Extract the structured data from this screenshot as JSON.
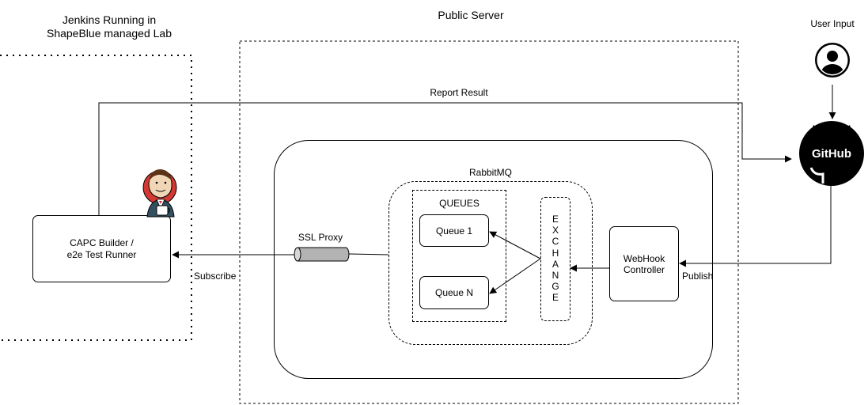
{
  "labels": {
    "jenkins_zone_line1": "Jenkins Running in",
    "jenkins_zone_line2": "ShapeBlue managed Lab",
    "public_server": "Public Server",
    "user_input": "User Input",
    "report_result": "Report Result",
    "rabbitmq": "RabbitMQ",
    "queues": "QUEUES",
    "queue_1": "Queue 1",
    "queue_n": "Queue N",
    "exchange": "EXCHANGE",
    "ssl_proxy": "SSL Proxy",
    "builder_line1": "CAPC Builder /",
    "builder_line2": "e2e Test Runner",
    "webhook_line1": "WebHook",
    "webhook_line2": "Controller",
    "subscribe": "Subscribe",
    "publish": "Publish",
    "github_logo_text": "GitHub"
  },
  "icons": {
    "user": "user-avatar-icon",
    "github": "github-octocat-icon",
    "jenkins": "jenkins-butler-icon",
    "proxy": "cylinder-pipe-icon"
  },
  "colors": {
    "line": "#000000",
    "background": "#ffffff",
    "proxy_fill": "#b3b3b3",
    "jenkins_red": "#d33833"
  }
}
